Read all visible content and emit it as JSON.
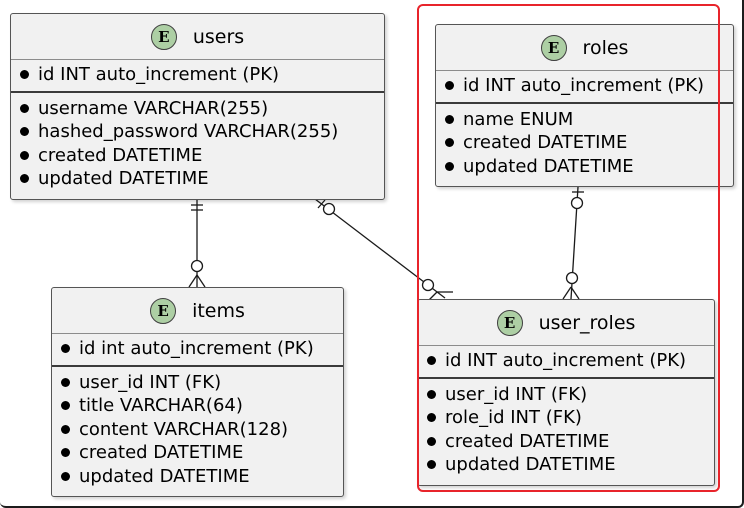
{
  "entities": {
    "users": {
      "badge": "E",
      "name": "users",
      "pk": [
        "id INT auto_increment (PK)"
      ],
      "fields": [
        "username VARCHAR(255)",
        "hashed_password VARCHAR(255)",
        "created DATETIME",
        "updated DATETIME"
      ]
    },
    "roles": {
      "badge": "E",
      "name": "roles",
      "pk": [
        "id INT auto_increment (PK)"
      ],
      "fields": [
        "name ENUM",
        "created DATETIME",
        "updated DATETIME"
      ]
    },
    "items": {
      "badge": "E",
      "name": "items",
      "pk": [
        "id int auto_increment (PK)"
      ],
      "fields": [
        "user_id INT (FK)",
        "title VARCHAR(64)",
        "content VARCHAR(128)",
        "created DATETIME",
        "updated DATETIME"
      ]
    },
    "user_roles": {
      "badge": "E",
      "name": "user_roles",
      "pk": [
        "id INT auto_increment (PK)"
      ],
      "fields": [
        "user_id INT (FK)",
        "role_id INT (FK)",
        "created DATETIME",
        "updated DATETIME"
      ]
    }
  },
  "relationships": [
    {
      "from": "users",
      "to": "items",
      "from_cardinality": "exactly one",
      "to_cardinality": "zero or many"
    },
    {
      "from": "users",
      "to": "user_roles",
      "from_cardinality": "zero or one",
      "to_cardinality": "zero or many"
    },
    {
      "from": "roles",
      "to": "user_roles",
      "from_cardinality": "zero or one",
      "to_cardinality": "zero or many"
    }
  ],
  "colors": {
    "entity_bg": "#f1f1f1",
    "badge_bg": "#adcfa4",
    "highlight": "#e8242b",
    "line": "#1a1a1a"
  }
}
